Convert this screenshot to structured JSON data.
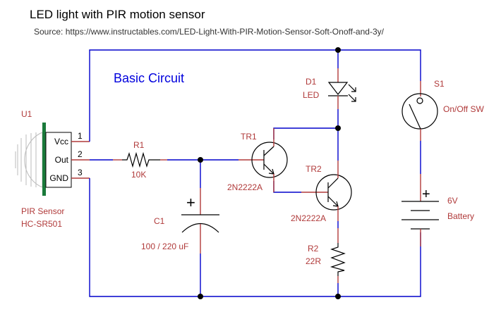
{
  "header": {
    "title": "LED light with PIR motion sensor",
    "source": "Source: https://www.instructables.com/LED-Light-With-PIR-Motion-Sensor-Soft-Onoff-and-3y/"
  },
  "diagram": {
    "heading": "Basic Circuit",
    "colors": {
      "wire": "#0000cc",
      "lead": "#b03a3a",
      "label": "#b03a3a",
      "heading": "#0000dd",
      "sensor_bar": "#1a7a3a"
    },
    "components": {
      "u1": {
        "ref": "U1",
        "name": "PIR Sensor",
        "model": "HC-SR501",
        "pins": [
          {
            "number": "1",
            "name": "Vcc"
          },
          {
            "number": "2",
            "name": "Out"
          },
          {
            "number": "3",
            "name": "GND"
          }
        ]
      },
      "r1": {
        "ref": "R1",
        "value": "10K"
      },
      "c1": {
        "ref": "C1",
        "value": "100 / 220 uF",
        "polarity": "+"
      },
      "tr1": {
        "ref": "TR1",
        "value": "2N2222A"
      },
      "tr2": {
        "ref": "TR2",
        "value": "2N2222A"
      },
      "d1": {
        "ref": "D1",
        "value": "LED"
      },
      "r2": {
        "ref": "R2",
        "value": "22R"
      },
      "s1": {
        "ref": "S1",
        "value": "On/Off SW"
      },
      "battery": {
        "value": "6V",
        "name": "Battery",
        "polarity": "+"
      }
    }
  }
}
